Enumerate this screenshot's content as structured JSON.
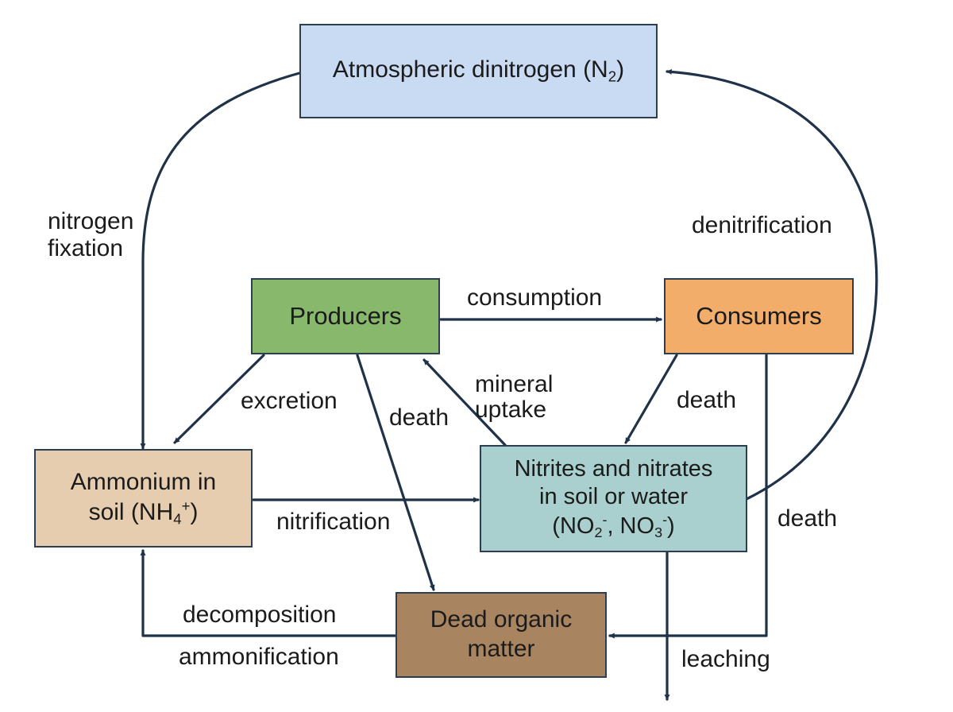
{
  "colors": {
    "arrow": "#1f3247",
    "atmosphere": "#c9daf3",
    "producers": "#88b86b",
    "consumers": "#f2ad6a",
    "ammonium": "#e6cdb0",
    "nitrates": "#a9cfce",
    "dead_matter": "#a88560"
  },
  "nodes": {
    "atmosphere": {
      "text": "Atmospheric dinitrogen (N",
      "sub": "2",
      "close": ")"
    },
    "producers": {
      "text": "Producers"
    },
    "consumers": {
      "text": "Consumers"
    },
    "ammonium": {
      "line1": "Ammonium in",
      "line2_pre": "soil (NH",
      "sub": "4",
      "sup": "+",
      "close": ")"
    },
    "nitrates": {
      "line1": "Nitrites and nitrates",
      "line2": "in soil or water",
      "l3_pre": "(NO",
      "sub1": "2",
      "sup1": "-",
      "mid": ", NO",
      "sub2": "3",
      "sup2": "-",
      "close": ")"
    },
    "dead_matter": {
      "line1": "Dead organic",
      "line2": "matter"
    }
  },
  "edges": {
    "nitrogen_fixation": {
      "line1": "nitrogen",
      "line2": "fixation"
    },
    "denitrification": "denitrification",
    "consumption": "consumption",
    "excretion": "excretion",
    "producer_death": "death",
    "mineral_uptake": {
      "line1": "mineral",
      "line2": "uptake"
    },
    "consumer_death": "death",
    "consumer_death_right": "death",
    "nitrification": "nitrification",
    "decomposition": "decomposition",
    "ammonification": "ammonification",
    "leaching": "leaching"
  }
}
